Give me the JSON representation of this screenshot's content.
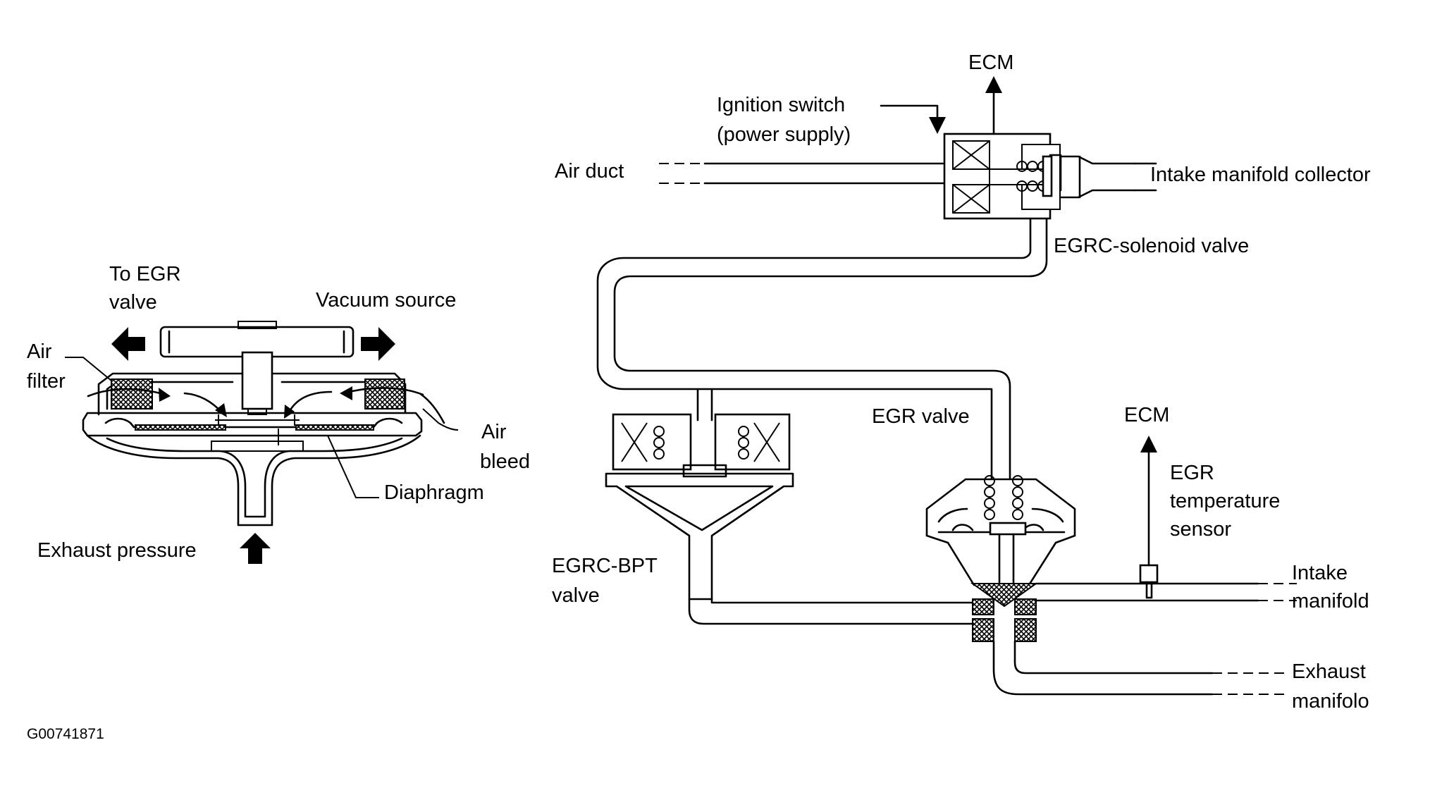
{
  "labels": {
    "to_egr_valve_line1": "To EGR",
    "to_egr_valve_line2": "valve",
    "vacuum_source": "Vacuum source",
    "air_filter_line1": "Air",
    "air_filter_line2": "filter",
    "air_bleed_line1": "Air",
    "air_bleed_line2": "bleed",
    "diaphragm": "Diaphragm",
    "exhaust_pressure": "Exhaust pressure",
    "ecm_top": "ECM",
    "ignition_switch_line1": "Ignition switch",
    "ignition_switch_line2": "(power supply)",
    "air_duct": "Air duct",
    "intake_manifold_collector": "Intake manifold collector",
    "egrc_solenoid_valve": "EGRC-solenoid valve",
    "egr_valve": "EGR valve",
    "ecm_right": "ECM",
    "egr_temp_sensor_line1": "EGR",
    "egr_temp_sensor_line2": "temperature",
    "egr_temp_sensor_line3": "sensor",
    "egrc_bpt_valve_line1": "EGRC-BPT",
    "egrc_bpt_valve_line2": "valve",
    "intake_manifold_line1": "Intake",
    "intake_manifold_line2": "manifold",
    "exhaust_manifold_line1": "Exhaust",
    "exhaust_manifold_line2": "manifolo",
    "figure_id": "G00741871"
  }
}
